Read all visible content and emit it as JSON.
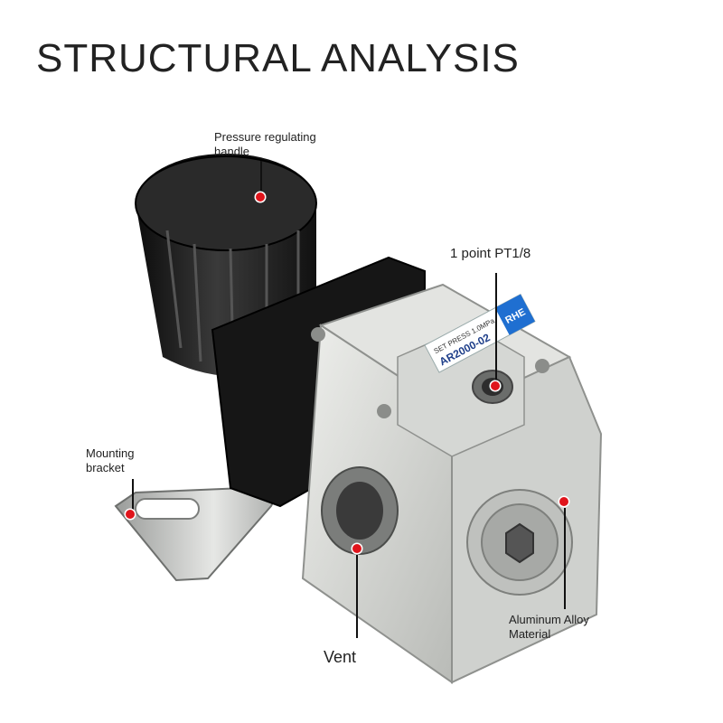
{
  "title": "STRUCTURAL ANALYSIS",
  "callouts": {
    "handle": {
      "line1": "Pressure regulating",
      "line2": "handle"
    },
    "port": {
      "text": "1 point PT1/8"
    },
    "bracket": {
      "line1": "Mounting",
      "line2": "bracket"
    },
    "material": {
      "line1": "Aluminum Alloy",
      "line2": "Material"
    },
    "vent": {
      "text": "Vent"
    }
  },
  "product": {
    "model_label": "AR2000-02",
    "spec_label": "SET PRESS 1.0MPa",
    "brand_label": "RHE"
  },
  "colors": {
    "marker": "#e0141b",
    "body": "#d7d9d6",
    "knob": "#1b1b1b",
    "label_blue": "#1f6fd1"
  }
}
